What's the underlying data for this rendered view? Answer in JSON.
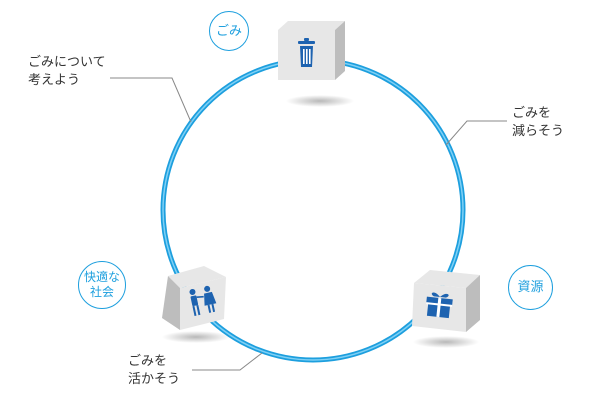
{
  "colors": {
    "ring": "#1d9fde",
    "ring_highlight": "#7fd0f5",
    "accent": "#1d9fde",
    "cube_face_light": "#e7e7e7",
    "cube_face_mid": "#bdbdbd",
    "cube_face_dark": "#8e8e8e",
    "cube_icon": "#1e63b0",
    "leader_line": "#888888",
    "text": "#333333"
  },
  "nodes": {
    "garbage": {
      "label": "ごみ",
      "icon": "trash-can-icon"
    },
    "resources": {
      "label": "資源",
      "icon": "gift-box-icon"
    },
    "society": {
      "label": "快適な\n社会",
      "icon": "people-icon"
    }
  },
  "callouts": {
    "think": "ごみについて\n考えよう",
    "reduce": "ごみを\n減らそう",
    "reuse": "ごみを\n活かそう"
  }
}
